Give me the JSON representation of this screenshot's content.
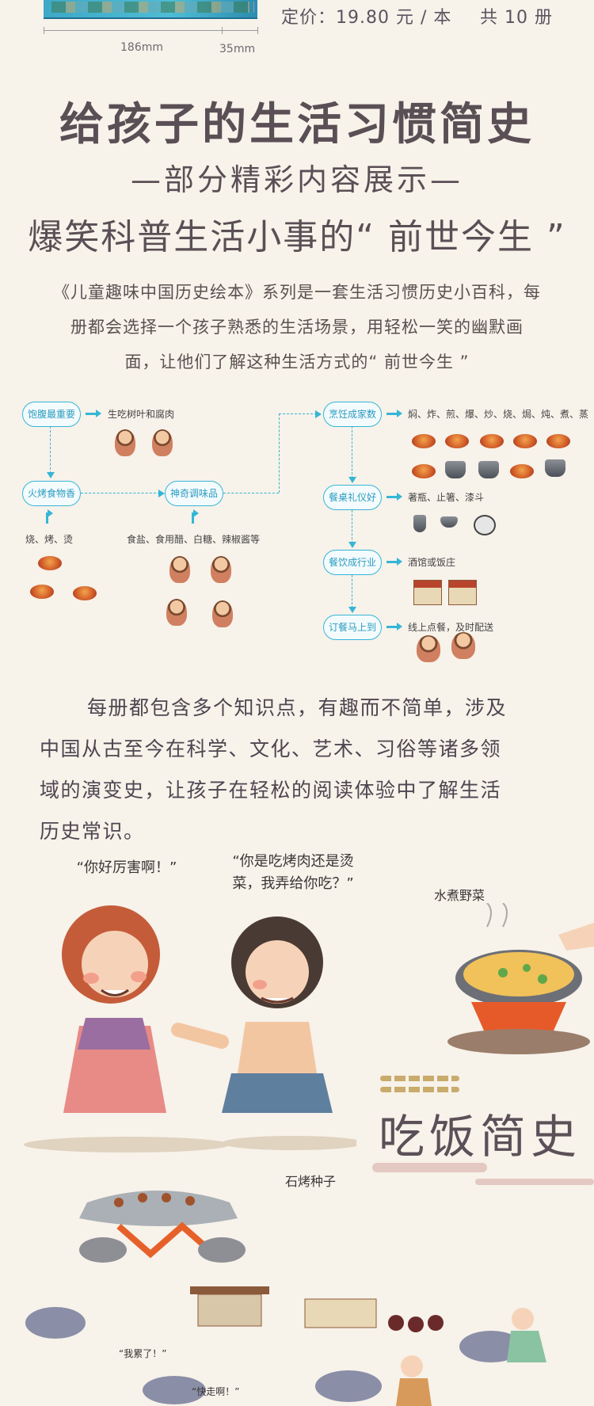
{
  "top": {
    "price": "定价：19.80 元 / 本",
    "volumes": "共 10 册",
    "width_label": "186mm",
    "depth_label": "35mm"
  },
  "header": {
    "title": "给孩子的生活习惯简史",
    "subtitle": "—部分精彩内容展示—",
    "tagline": "爆笑科普生活小事的“ 前世今生 ”"
  },
  "intro": {
    "lines": [
      "《儿童趣味中国历史绘本》系列是一套生活习惯历史小百科，每",
      "册都会选择一个孩子熟悉的生活场景，用轻松一笑的幽默画",
      "面，让他们了解这种生活方式的“ 前世今生 ”"
    ]
  },
  "flow": {
    "nodes": {
      "hunger": "饱腹最重要",
      "fire": "火烤食物香",
      "seasoning": "神奇调味品",
      "cooking": "烹饪成家数",
      "etiquette": "餐桌礼仪好",
      "industry": "餐饮成行业",
      "delivery": "订餐马上到"
    },
    "notes": {
      "hunger": "生吃树叶和腐肉",
      "fire": "烧、烤、烫",
      "seasoning": "食盐、食用醋、白糖、辣椒酱等",
      "cooking": "焖、炸、煎、爆、炒、烧、焗、炖、煮、蒸",
      "etiquette": "著瓶、止箸、漆斗",
      "industry": "酒馆或饭庄",
      "delivery": "线上点餐，及时配送"
    }
  },
  "body": {
    "lines": [
      "每册都包含多个知识点，有趣而不简单，涉及",
      "中国从古至今在科学、文化、艺术、习俗等诸多领",
      "域的演变史，让孩子在轻松的阅读体验中了解生活",
      "历史常识。"
    ]
  },
  "illustration": {
    "speech_left": "“你好厉害啊！”",
    "speech_right_1": "“你是吃烤肉还是烫",
    "speech_right_2": "菜，我弄给你吃？”",
    "note_boil": "水煮野菜",
    "note_stone": "石烤种子",
    "section_title": "吃饭简史",
    "speech_tired": "“我累了！”",
    "speech_hurry": "“快走啊！”"
  }
}
